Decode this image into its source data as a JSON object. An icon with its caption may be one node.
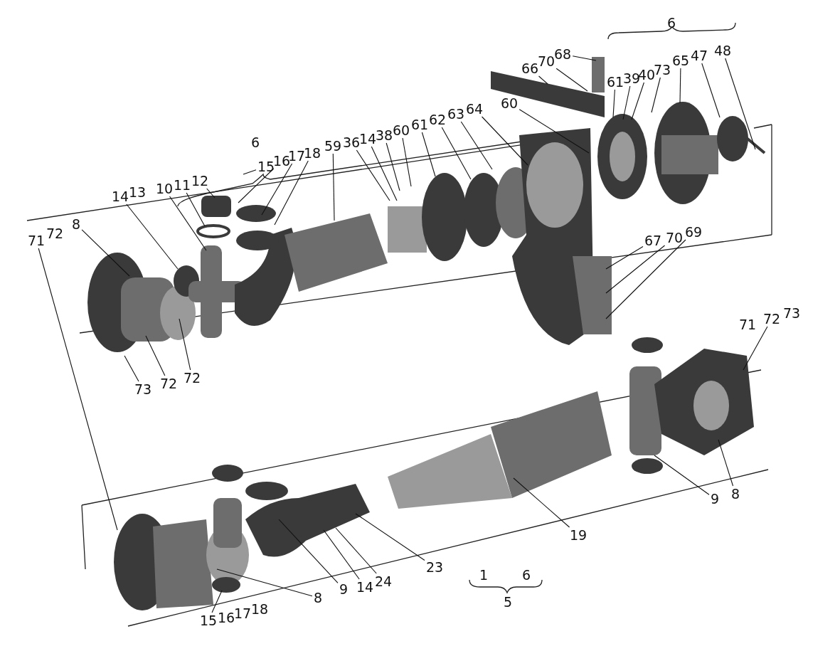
{
  "diagram": {
    "nodes": [
      {
        "text": [
          "71"
        ]
      },
      {
        "text": [
          "8"
        ]
      },
      {
        "text": [
          "14"
        ]
      },
      {
        "text": [
          "10"
        ]
      },
      {
        "text": [
          "11"
        ]
      },
      {
        "text": [
          "12"
        ]
      },
      {
        "text": [
          "15"
        ]
      },
      {
        "text": [
          "16"
        ]
      },
      {
        "text": [
          "17"
        ]
      },
      {
        "text": [
          "18"
        ]
      },
      {
        "text": [
          "59"
        ]
      },
      {
        "text": [
          "36"
        ]
      },
      {
        "text": [
          "14"
        ]
      },
      {
        "text": [
          "38"
        ]
      },
      {
        "text": [
          "60"
        ]
      },
      {
        "text": [
          "61"
        ]
      },
      {
        "text": [
          "62"
        ]
      },
      {
        "text": [
          "63"
        ]
      },
      {
        "text": [
          "64"
        ]
      },
      {
        "text": [
          "60"
        ]
      },
      {
        "text": [
          "66"
        ]
      },
      {
        "text": [
          "70"
        ]
      },
      {
        "text": [
          "68"
        ]
      },
      {
        "text": [
          "61"
        ]
      },
      {
        "text": [
          "39"
        ]
      },
      {
        "text": [
          "40"
        ]
      },
      {
        "text": [
          "73"
        ]
      },
      {
        "text": [
          "65"
        ]
      },
      {
        "text": [
          "47"
        ]
      },
      {
        "text": [
          "48"
        ]
      },
      {
        "text": [
          "67"
        ]
      },
      {
        "text": [
          "70"
        ]
      },
      {
        "text": [
          "69"
        ]
      },
      {
        "text": [
          "73"
        ]
      },
      {
        "text": [
          "72"
        ]
      },
      {
        "text": [
          "72"
        ]
      },
      {
        "text": [
          "72"
        ]
      },
      {
        "text": [
          "9"
        ]
      },
      {
        "text": [
          "8"
        ]
      },
      {
        "text": [
          "19"
        ]
      },
      {
        "text": [
          "23"
        ]
      },
      {
        "text": [
          "24"
        ]
      },
      {
        "text": [
          "14"
        ]
      },
      {
        "text": [
          "9"
        ]
      },
      {
        "text": [
          "8"
        ]
      },
      {
        "text": [
          "15"
        ]
      }
    ],
    "edges": [
      {
        "from": 0,
        "to": null,
        "arrow": "none"
      },
      {
        "from": 1,
        "to": null,
        "arrow": "none"
      },
      {
        "from": 2,
        "to": null,
        "arrow": "none"
      },
      {
        "from": 3,
        "to": null,
        "arrow": "none"
      },
      {
        "from": 4,
        "to": null,
        "arrow": "none"
      },
      {
        "from": 5,
        "to": null,
        "arrow": "none"
      },
      {
        "from": 6,
        "to": null,
        "arrow": "none"
      },
      {
        "from": 7,
        "to": null,
        "arrow": "none"
      },
      {
        "from": 8,
        "to": null,
        "arrow": "none"
      },
      {
        "from": 9,
        "to": null,
        "arrow": "none"
      },
      {
        "from": 10,
        "to": null,
        "arrow": "none"
      },
      {
        "from": 11,
        "to": null,
        "arrow": "none"
      },
      {
        "from": 12,
        "to": null,
        "arrow": "none"
      },
      {
        "from": 13,
        "to": null,
        "arrow": "none"
      },
      {
        "from": 14,
        "to": null,
        "arrow": "none"
      },
      {
        "from": 15,
        "to": null,
        "arrow": "none"
      },
      {
        "from": 16,
        "to": null,
        "arrow": "none"
      },
      {
        "from": 17,
        "to": null,
        "arrow": "none"
      },
      {
        "from": 18,
        "to": null,
        "arrow": "none"
      },
      {
        "from": 19,
        "to": null,
        "arrow": "none"
      },
      {
        "from": 20,
        "to": null,
        "arrow": "none"
      },
      {
        "from": 21,
        "to": null,
        "arrow": "none"
      },
      {
        "from": 22,
        "to": null,
        "arrow": "none"
      },
      {
        "from": 23,
        "to": null,
        "arrow": "none"
      },
      {
        "from": 24,
        "to": null,
        "arrow": "none"
      },
      {
        "from": 25,
        "to": null,
        "arrow": "none"
      },
      {
        "from": 26,
        "to": null,
        "arrow": "none"
      },
      {
        "from": 27,
        "to": null,
        "arrow": "none"
      },
      {
        "from": 28,
        "to": null,
        "arrow": "none"
      },
      {
        "from": 29,
        "to": null,
        "arrow": "none"
      },
      {
        "from": 30,
        "to": null,
        "arrow": "none"
      },
      {
        "from": 31,
        "to": null,
        "arrow": "none"
      },
      {
        "from": 32,
        "to": null,
        "arrow": "none"
      },
      {
        "from": 33,
        "to": null,
        "arrow": "none"
      },
      {
        "from": 34,
        "to": null,
        "arrow": "none"
      },
      {
        "from": 35,
        "to": null,
        "arrow": "none"
      },
      {
        "from": 36,
        "to": null,
        "arrow": "none"
      },
      {
        "from": 37,
        "to": null,
        "arrow": "none"
      },
      {
        "from": 38,
        "to": null,
        "arrow": "none"
      },
      {
        "from": 39,
        "to": null,
        "arrow": "none"
      },
      {
        "from": 40,
        "to": null,
        "arrow": "none"
      },
      {
        "from": 41,
        "to": null,
        "arrow": "none"
      },
      {
        "from": 42,
        "to": null,
        "arrow": "none"
      },
      {
        "from": 43,
        "to": null,
        "arrow": "none"
      },
      {
        "from": 44,
        "to": null,
        "arrow": "none"
      },
      {
        "from": 45,
        "to": null,
        "arrow": "none"
      }
    ],
    "labels": [
      "6",
      "6",
      "72",
      "13",
      "71",
      "73",
      "16",
      "17",
      "18",
      "1",
      "6",
      "5"
    ]
  }
}
